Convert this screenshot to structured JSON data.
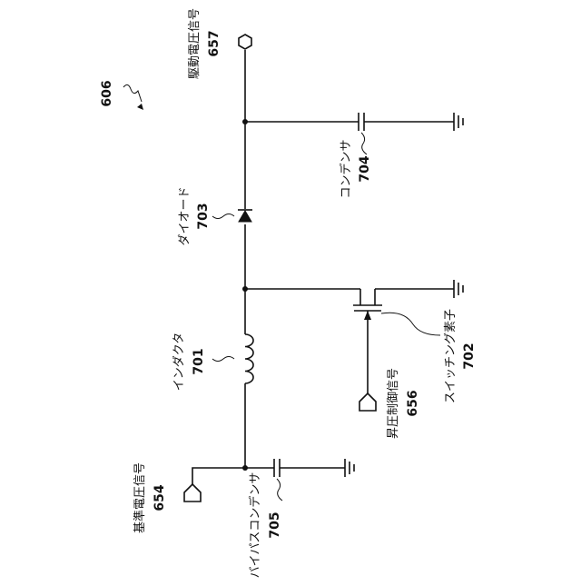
{
  "figure": {
    "ref": "606",
    "inputs": {
      "reference_voltage": {
        "label": "基準電圧信号",
        "ref": "654"
      },
      "boost_control": {
        "label": "昇圧制御信号",
        "ref": "656"
      }
    },
    "output": {
      "drive_voltage": {
        "label": "駆動電圧信号",
        "ref": "657"
      }
    },
    "components": {
      "bypass_capacitor": {
        "label": "バイパスコンデンサ",
        "ref": "705"
      },
      "inductor": {
        "label": "インダクタ",
        "ref": "701"
      },
      "switching_element": {
        "label": "スイッチング素子",
        "ref": "702"
      },
      "diode": {
        "label": "ダイオード",
        "ref": "703"
      },
      "capacitor": {
        "label": "コンデンサ",
        "ref": "704"
      }
    }
  }
}
